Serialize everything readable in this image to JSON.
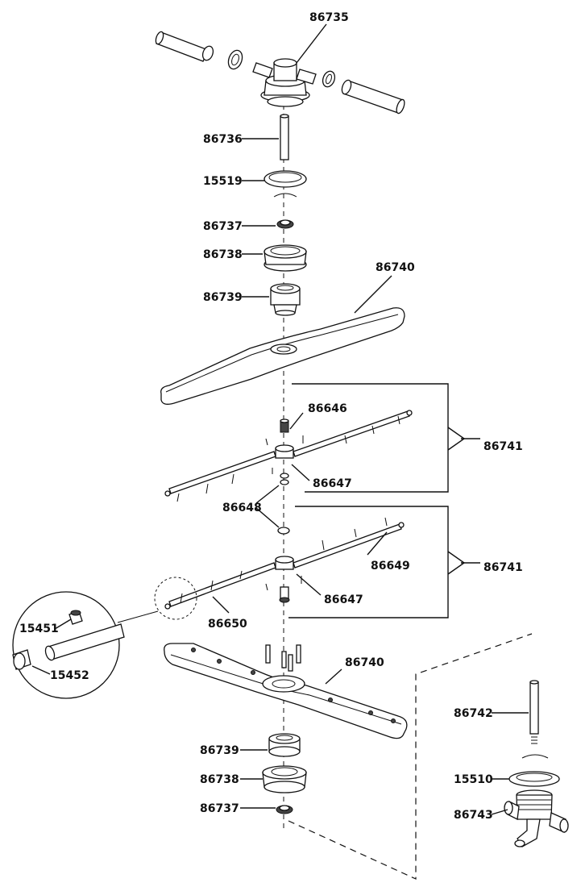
{
  "parts": {
    "p86735": "86735",
    "p86736": "86736",
    "p15519": "15519",
    "p86737a": "86737",
    "p86738a": "86738",
    "p86740a": "86740",
    "p86739a": "86739",
    "p86646": "86646",
    "p86741a": "86741",
    "p86647a": "86647",
    "p86648": "86648",
    "p86649": "86649",
    "p86741b": "86741",
    "p86647b": "86647",
    "p86650": "86650",
    "p15451": "15451",
    "p15452": "15452",
    "p86740b": "86740",
    "p86742": "86742",
    "p86739b": "86739",
    "p86738b": "86738",
    "p15510": "15510",
    "p86743": "86743",
    "p86737b": "86737"
  }
}
